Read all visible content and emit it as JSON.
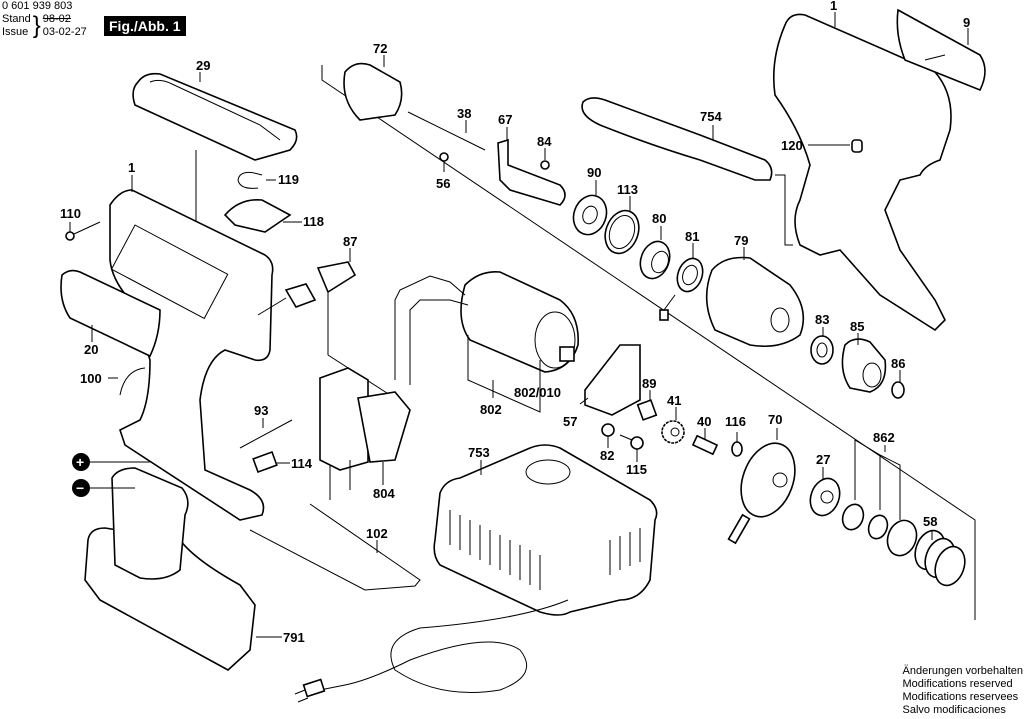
{
  "header": {
    "part_number": "0 601 939 803",
    "stand_label": "Stand",
    "issue_label": "Issue",
    "old_date": "98-02",
    "issue_date": "03-02-27",
    "figure_tag": "Fig./Abb. 1"
  },
  "notes": [
    "Änderungen vorbehalten",
    "Modifications reserved",
    "Modifications reservees",
    "Salvo modificaciones"
  ],
  "polarity": {
    "plus": "+",
    "minus": "−"
  },
  "parts": {
    "p1_left": "1",
    "p1_right": "1",
    "p9": "9",
    "p20": "20",
    "p27": "27",
    "p29": "29",
    "p38": "38",
    "p40": "40",
    "p41": "41",
    "p56": "56",
    "p57": "57",
    "p58": "58",
    "p67": "67",
    "p70": "70",
    "p72": "72",
    "p79": "79",
    "p80": "80",
    "p81": "81",
    "p82": "82",
    "p83": "83",
    "p84": "84",
    "p85": "85",
    "p86": "86",
    "p87": "87",
    "p89": "89",
    "p90": "90",
    "p93": "93",
    "p100": "100",
    "p102": "102",
    "p110": "110",
    "p113": "113",
    "p114": "114",
    "p115": "115",
    "p116": "116",
    "p118": "118",
    "p119": "119",
    "p120": "120",
    "p753": "753",
    "p754": "754",
    "p791": "791",
    "p802": "802",
    "p802_010": "802/010",
    "p804": "804",
    "p862": "862"
  }
}
